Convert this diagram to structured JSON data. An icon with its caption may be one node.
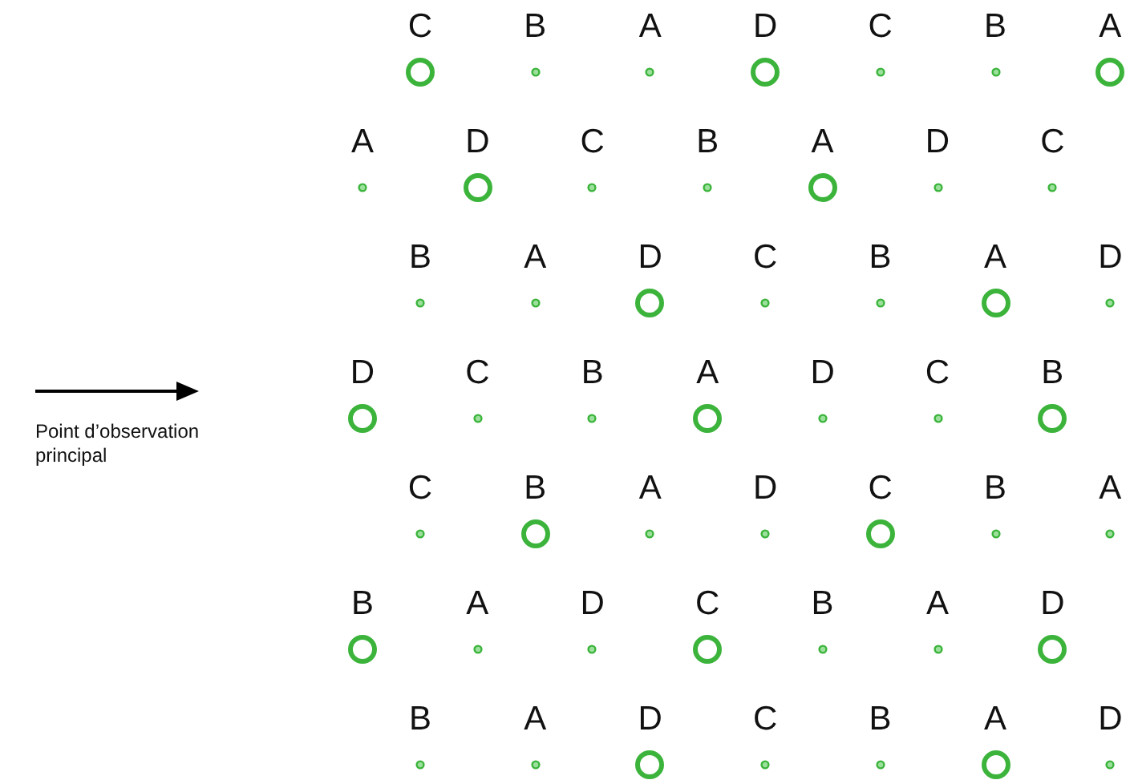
{
  "diagram": {
    "nodes": [
      {
        "text": [],
        "shape": "circle"
      },
      {
        "text": [],
        "shape": "dot"
      },
      {
        "text": [],
        "shape": "dot"
      },
      {
        "text": [],
        "shape": "circle"
      },
      {
        "text": [],
        "shape": "dot"
      },
      {
        "text": [],
        "shape": "dot"
      },
      {
        "text": [],
        "shape": "circle"
      },
      {
        "text": [],
        "shape": "dot"
      },
      {
        "text": [],
        "shape": "circle"
      },
      {
        "text": [],
        "shape": "dot"
      },
      {
        "text": [],
        "shape": "dot"
      },
      {
        "text": [],
        "shape": "circle"
      },
      {
        "text": [],
        "shape": "dot"
      },
      {
        "text": [],
        "shape": "dot"
      },
      {
        "text": [],
        "shape": "dot"
      },
      {
        "text": [],
        "shape": "dot"
      },
      {
        "text": [],
        "shape": "circle"
      },
      {
        "text": [],
        "shape": "dot"
      },
      {
        "text": [],
        "shape": "dot"
      },
      {
        "text": [],
        "shape": "circle"
      },
      {
        "text": [],
        "shape": "dot"
      },
      {
        "text": [],
        "shape": "circle"
      },
      {
        "text": [],
        "shape": "dot"
      },
      {
        "text": [],
        "shape": "dot"
      },
      {
        "text": [],
        "shape": "circle"
      },
      {
        "text": [],
        "shape": "dot"
      },
      {
        "text": [],
        "shape": "dot"
      },
      {
        "text": [],
        "shape": "circle"
      },
      {
        "text": [],
        "shape": "dot"
      },
      {
        "text": [],
        "shape": "circle"
      },
      {
        "text": [],
        "shape": "dot"
      },
      {
        "text": [],
        "shape": "dot"
      },
      {
        "text": [],
        "shape": "circle"
      },
      {
        "text": [],
        "shape": "dot"
      },
      {
        "text": [],
        "shape": "dot"
      },
      {
        "text": [],
        "shape": "circle"
      },
      {
        "text": [],
        "shape": "dot"
      },
      {
        "text": [],
        "shape": "dot"
      },
      {
        "text": [],
        "shape": "circle"
      },
      {
        "text": [],
        "shape": "dot"
      },
      {
        "text": [],
        "shape": "dot"
      },
      {
        "text": [],
        "shape": "circle"
      },
      {
        "text": [],
        "shape": "dot"
      },
      {
        "text": [],
        "shape": "dot"
      },
      {
        "text": [],
        "shape": "circle"
      },
      {
        "text": [],
        "shape": "dot"
      },
      {
        "text": [],
        "shape": "dot"
      },
      {
        "text": [],
        "shape": "circle"
      },
      {
        "text": [],
        "shape": "dot"
      }
    ],
    "labels": [
      "C",
      "B",
      "A",
      "D",
      "C",
      "B",
      "A",
      "A",
      "D",
      "C",
      "B",
      "A",
      "D",
      "C",
      "B",
      "A",
      "D",
      "C",
      "B",
      "A",
      "D",
      "D",
      "C",
      "B",
      "A",
      "D",
      "C",
      "B",
      "C",
      "B",
      "A",
      "D",
      "C",
      "B",
      "A",
      "B",
      "A",
      "D",
      "C",
      "B",
      "A",
      "D",
      "B",
      "A",
      "D",
      "C",
      "B",
      "A",
      "D",
      "Point d’observation principal"
    ]
  }
}
